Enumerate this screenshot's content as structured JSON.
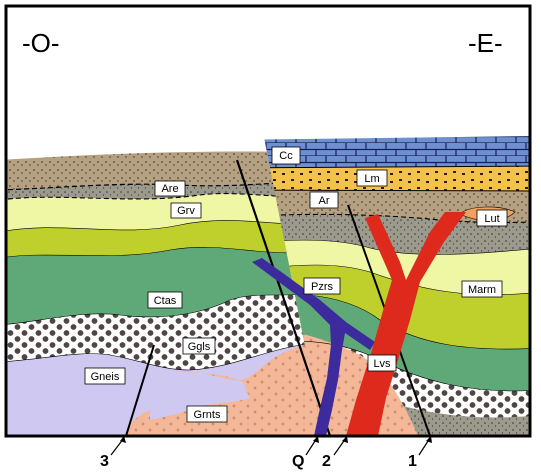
{
  "directions": {
    "west": "-O-",
    "east": "-E-"
  },
  "layers": {
    "cc": "Cc",
    "lm": "Lm",
    "ar": "Ar",
    "lut": "Lut",
    "are": "Are",
    "grv": "Grv",
    "ctas": "Ctas",
    "pzrs": "Pzrs",
    "marm": "Marm",
    "ggls": "Ggls",
    "gneis": "Gneis",
    "lvs": "Lvs",
    "grnts": "Grnts"
  },
  "faults": {
    "f1": "1",
    "f2": "2",
    "f3": "3",
    "q": "Q"
  },
  "colors": {
    "brown_sand": "#b5a081",
    "gray_layer": "#9c9a8c",
    "light_yellow": "#f0f7a4",
    "olive_green": "#bfcf2c",
    "teal_green": "#5fa978",
    "granite_pink": "#f4b899",
    "gneiss_lavender": "#cfc9f2",
    "limestone_blue": "#6f90d0",
    "marl_orange": "#f2c24a",
    "dike_red": "#dd2a1d",
    "dike_blue": "#3d2b9e",
    "lut_orange": "#f2a25e"
  }
}
